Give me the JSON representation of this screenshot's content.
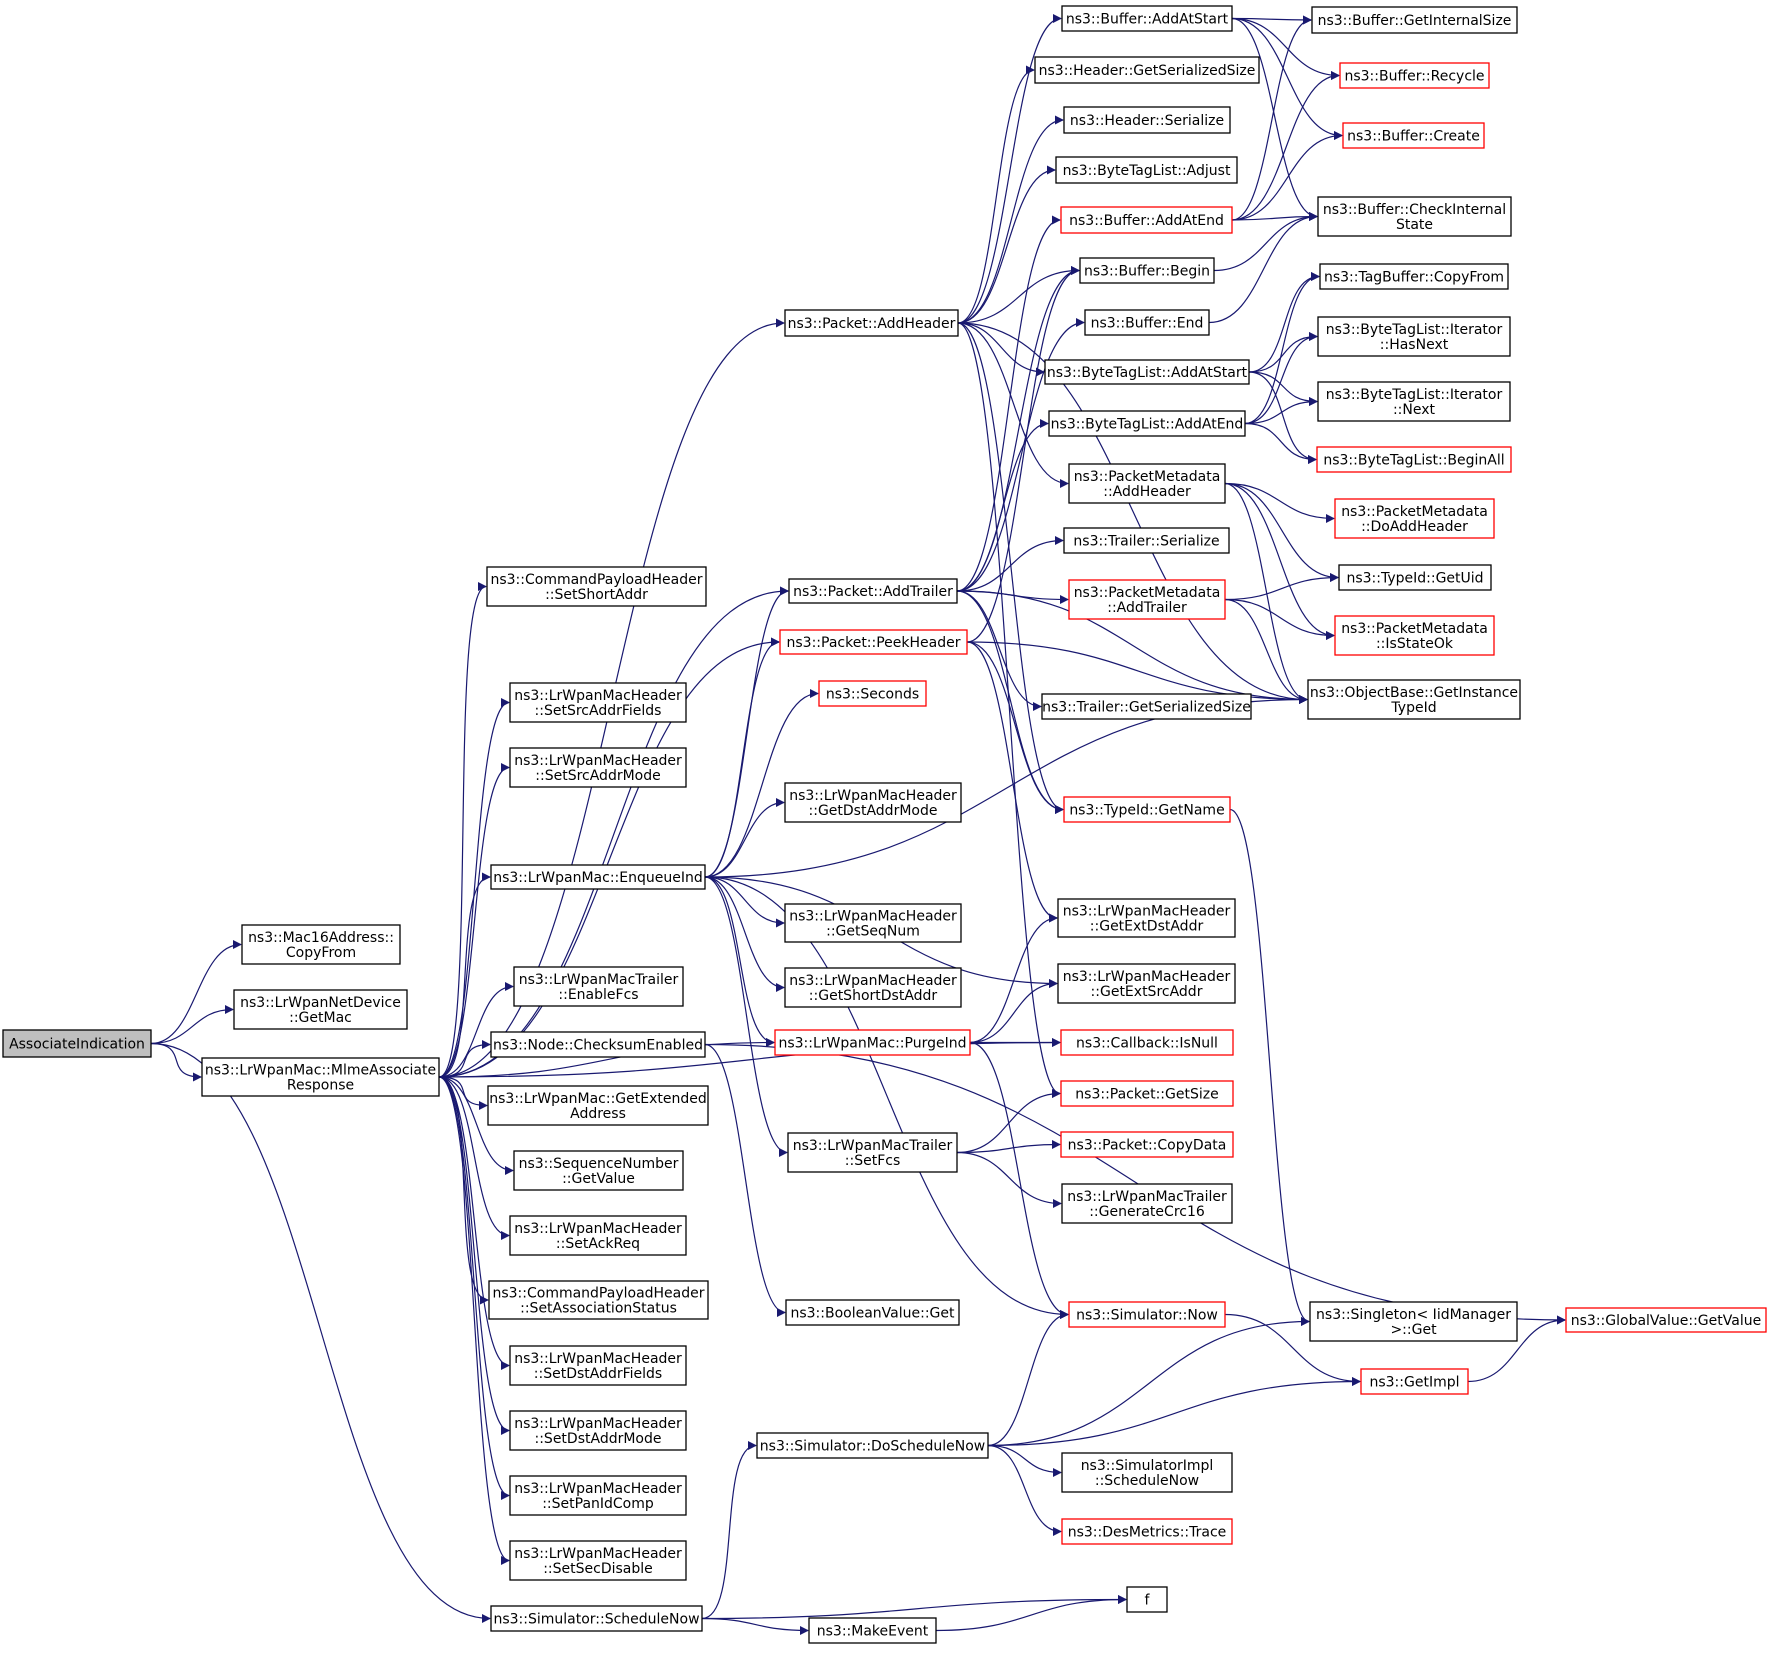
{
  "diagram": {
    "nodes": [
      {
        "id": "root",
        "label": [
          "AssociateIndication"
        ],
        "root": true
      },
      {
        "id": "mac16copy",
        "label": [
          "ns3::Mac16Address::",
          "CopyFrom"
        ]
      },
      {
        "id": "netdevgetmac",
        "label": [
          "ns3::LrWpanNetDevice",
          "::GetMac"
        ]
      },
      {
        "id": "mlme",
        "label": [
          "ns3::LrWpanMac::MlmeAssociate",
          "Response"
        ]
      },
      {
        "id": "schednow",
        "label": [
          "ns3::Simulator::ScheduleNow"
        ]
      },
      {
        "id": "cph_setshort",
        "label": [
          "ns3::CommandPayloadHeader",
          "::SetShortAddr"
        ]
      },
      {
        "id": "mh_srcfields",
        "label": [
          "ns3::LrWpanMacHeader",
          "::SetSrcAddrFields"
        ]
      },
      {
        "id": "mh_srcmode",
        "label": [
          "ns3::LrWpanMacHeader",
          "::SetSrcAddrMode"
        ]
      },
      {
        "id": "enqueueind",
        "label": [
          "ns3::LrWpanMac::EnqueueInd"
        ]
      },
      {
        "id": "enablefcs",
        "label": [
          "ns3::LrWpanMacTrailer",
          "::EnableFcs"
        ]
      },
      {
        "id": "checksum",
        "label": [
          "ns3::Node::ChecksumEnabled"
        ]
      },
      {
        "id": "getextaddr",
        "label": [
          "ns3::LrWpanMac::GetExtended",
          "Address"
        ]
      },
      {
        "id": "seqgetval",
        "label": [
          "ns3::SequenceNumber",
          "::GetValue"
        ]
      },
      {
        "id": "mh_ackreq",
        "label": [
          "ns3::LrWpanMacHeader",
          "::SetAckReq"
        ]
      },
      {
        "id": "cph_assoc",
        "label": [
          "ns3::CommandPayloadHeader",
          "::SetAssociationStatus"
        ]
      },
      {
        "id": "mh_dstfields",
        "label": [
          "ns3::LrWpanMacHeader",
          "::SetDstAddrFields"
        ]
      },
      {
        "id": "mh_dstmode",
        "label": [
          "ns3::LrWpanMacHeader",
          "::SetDstAddrMode"
        ]
      },
      {
        "id": "mh_panid",
        "label": [
          "ns3::LrWpanMacHeader",
          "::SetPanIdComp"
        ]
      },
      {
        "id": "mh_secdis",
        "label": [
          "ns3::LrWpanMacHeader",
          "::SetSecDisable"
        ]
      },
      {
        "id": "pkt_addheader",
        "label": [
          "ns3::Packet::AddHeader"
        ]
      },
      {
        "id": "pkt_addtrailer",
        "label": [
          "ns3::Packet::AddTrailer"
        ]
      },
      {
        "id": "pkt_peek",
        "label": [
          "ns3::Packet::PeekHeader"
        ],
        "truncated": true
      },
      {
        "id": "seconds",
        "label": [
          "ns3::Seconds"
        ],
        "truncated": true
      },
      {
        "id": "mh_getdstmode",
        "label": [
          "ns3::LrWpanMacHeader",
          "::GetDstAddrMode"
        ]
      },
      {
        "id": "mh_getseq",
        "label": [
          "ns3::LrWpanMacHeader",
          "::GetSeqNum"
        ]
      },
      {
        "id": "mh_getshortdst",
        "label": [
          "ns3::LrWpanMacHeader",
          "::GetShortDstAddr"
        ]
      },
      {
        "id": "purgeind",
        "label": [
          "ns3::LrWpanMac::PurgeInd"
        ],
        "truncated": true
      },
      {
        "id": "mt_setfcs",
        "label": [
          "ns3::LrWpanMacTrailer",
          "::SetFcs"
        ]
      },
      {
        "id": "boolget",
        "label": [
          "ns3::BooleanValue::Get"
        ]
      },
      {
        "id": "dosched",
        "label": [
          "ns3::Simulator::DoScheduleNow"
        ]
      },
      {
        "id": "makeevent",
        "label": [
          "ns3::MakeEvent"
        ]
      },
      {
        "id": "buf_addstart",
        "label": [
          "ns3::Buffer::AddAtStart"
        ]
      },
      {
        "id": "hdr_size",
        "label": [
          "ns3::Header::GetSerializedSize"
        ]
      },
      {
        "id": "hdr_ser",
        "label": [
          "ns3::Header::Serialize"
        ]
      },
      {
        "id": "btl_adjust",
        "label": [
          "ns3::ByteTagList::Adjust"
        ]
      },
      {
        "id": "buf_addend",
        "label": [
          "ns3::Buffer::AddAtEnd"
        ],
        "truncated": true
      },
      {
        "id": "buf_begin",
        "label": [
          "ns3::Buffer::Begin"
        ]
      },
      {
        "id": "buf_end",
        "label": [
          "ns3::Buffer::End"
        ]
      },
      {
        "id": "btl_addstart",
        "label": [
          "ns3::ByteTagList::AddAtStart"
        ]
      },
      {
        "id": "btl_addend",
        "label": [
          "ns3::ByteTagList::AddAtEnd"
        ]
      },
      {
        "id": "pm_addheader",
        "label": [
          "ns3::PacketMetadata",
          "::AddHeader"
        ]
      },
      {
        "id": "trl_ser",
        "label": [
          "ns3::Trailer::Serialize"
        ]
      },
      {
        "id": "pm_addtrailer",
        "label": [
          "ns3::PacketMetadata",
          "::AddTrailer"
        ],
        "truncated": true
      },
      {
        "id": "trl_size",
        "label": [
          "ns3::Trailer::GetSerializedSize"
        ]
      },
      {
        "id": "typeid_name",
        "label": [
          "ns3::TypeId::GetName"
        ],
        "truncated": true
      },
      {
        "id": "mh_getextdst",
        "label": [
          "ns3::LrWpanMacHeader",
          "::GetExtDstAddr"
        ]
      },
      {
        "id": "mh_getextsrc",
        "label": [
          "ns3::LrWpanMacHeader",
          "::GetExtSrcAddr"
        ]
      },
      {
        "id": "cb_isnull",
        "label": [
          "ns3::Callback::IsNull"
        ],
        "truncated": true
      },
      {
        "id": "pkt_getsize",
        "label": [
          "ns3::Packet::GetSize"
        ],
        "truncated": true
      },
      {
        "id": "pkt_copydata",
        "label": [
          "ns3::Packet::CopyData"
        ],
        "truncated": true
      },
      {
        "id": "mt_crc",
        "label": [
          "ns3::LrWpanMacTrailer",
          "::GenerateCrc16"
        ]
      },
      {
        "id": "sim_now",
        "label": [
          "ns3::Simulator::Now"
        ],
        "truncated": true
      },
      {
        "id": "simimpl_sched",
        "label": [
          "ns3::SimulatorImpl",
          "::ScheduleNow"
        ]
      },
      {
        "id": "desmetrics",
        "label": [
          "ns3::DesMetrics::Trace"
        ],
        "truncated": true
      },
      {
        "id": "f",
        "label": [
          "f"
        ]
      },
      {
        "id": "buf_internal",
        "label": [
          "ns3::Buffer::GetInternalSize"
        ]
      },
      {
        "id": "buf_recycle",
        "label": [
          "ns3::Buffer::Recycle"
        ],
        "truncated": true
      },
      {
        "id": "buf_create",
        "label": [
          "ns3::Buffer::Create"
        ],
        "truncated": true
      },
      {
        "id": "buf_check",
        "label": [
          "ns3::Buffer::CheckInternal",
          "State"
        ]
      },
      {
        "id": "tagbuf_copy",
        "label": [
          "ns3::TagBuffer::CopyFrom"
        ]
      },
      {
        "id": "btl_it_hasnext",
        "label": [
          "ns3::ByteTagList::Iterator",
          "::HasNext"
        ]
      },
      {
        "id": "btl_it_next",
        "label": [
          "ns3::ByteTagList::Iterator",
          "::Next"
        ]
      },
      {
        "id": "btl_beginall",
        "label": [
          "ns3::ByteTagList::BeginAll"
        ],
        "truncated": true
      },
      {
        "id": "pm_doadd",
        "label": [
          "ns3::PacketMetadata",
          "::DoAddHeader"
        ],
        "truncated": true
      },
      {
        "id": "typeid_uid",
        "label": [
          "ns3::TypeId::GetUid"
        ]
      },
      {
        "id": "pm_stateok",
        "label": [
          "ns3::PacketMetadata",
          "::IsStateOk"
        ],
        "truncated": true
      },
      {
        "id": "objbase",
        "label": [
          "ns3::ObjectBase::GetInstance",
          "TypeId"
        ]
      },
      {
        "id": "singleton",
        "label": [
          "ns3::Singleton< IidManager",
          " >::Get"
        ]
      },
      {
        "id": "getimpl",
        "label": [
          "ns3::GetImpl"
        ],
        "truncated": true
      },
      {
        "id": "gv_getvalue",
        "label": [
          "ns3::GlobalValue::GetValue"
        ],
        "truncated": true
      }
    ]
  }
}
